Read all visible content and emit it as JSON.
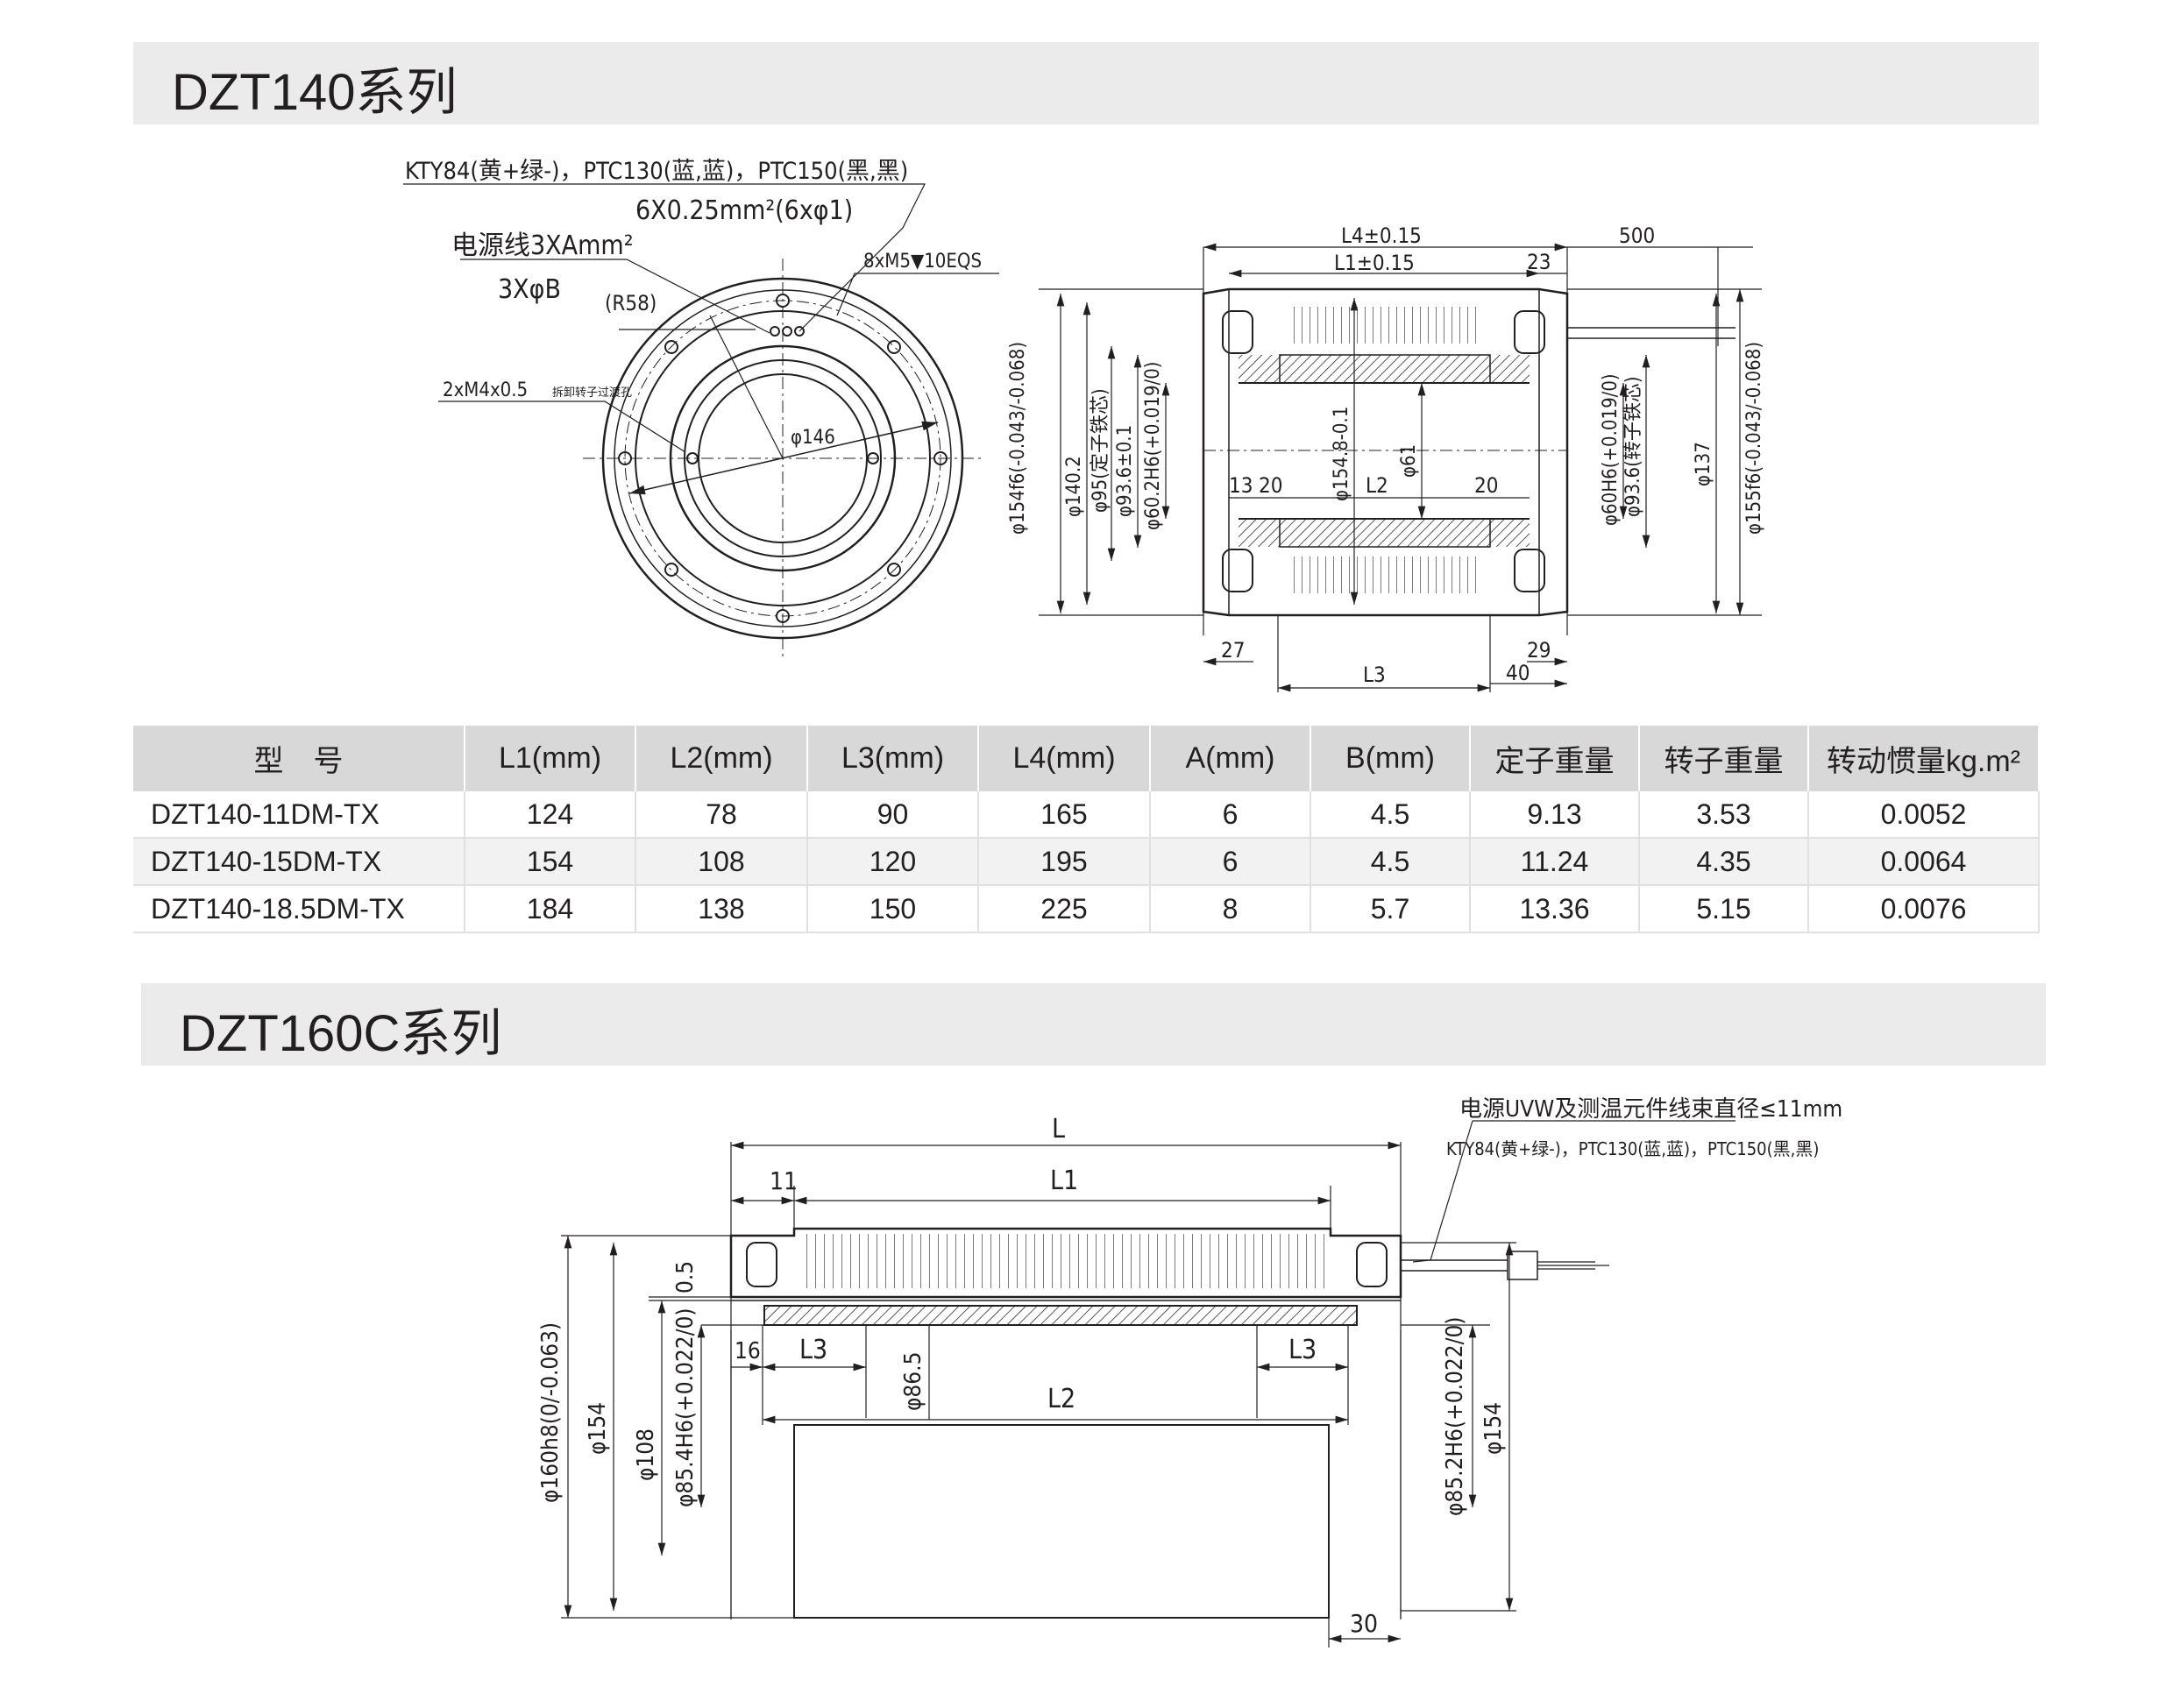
{
  "section1": {
    "title": "DZT140系列"
  },
  "drawing1": {
    "sensor_note": "KTY84(黄+绿-)，PTC130(蓝,蓝)，PTC150(黑,黑)",
    "sensor_wire": "6X0.25mm²(6xφ1)",
    "power_line": "电源线3XAmm²",
    "power_dia": "3XφB",
    "r58": "(R58)",
    "holes_8": "8xM5▼10EQS",
    "holes_2": "2xM4x0.5",
    "holes_2_note": "拆卸转子过渡孔",
    "d146": "φ146",
    "l4": "L4±0.15",
    "l1": "L1±0.15",
    "d23": "23",
    "d500": "500",
    "d154f6": "φ154f6(-0.043/-0.068)",
    "d140_2": "φ140.2",
    "d95": "φ95(定子铁芯)",
    "d93_6a": "φ93.6±0.1",
    "d60_2": "φ60.2H6(+0.019/0)",
    "d13": "13",
    "d20a": "20",
    "d154_8": "φ154.8-0.1",
    "l2": "L2",
    "d61": "φ61",
    "d20b": "20",
    "d60": "φ60H6(+0.019/0)",
    "d93_6b": "φ93.6(转子铁芯)",
    "d137": "φ137",
    "d155f6": "φ155f6(-0.043/-0.068)",
    "d27": "27",
    "d29": "29",
    "l3": "L3",
    "d40": "40"
  },
  "table": {
    "headers": [
      "型　号",
      "L1(mm)",
      "L2(mm)",
      "L3(mm)",
      "L4(mm)",
      "A(mm)",
      "B(mm)",
      "定子重量",
      "转子重量",
      "转动惯量kg.m²"
    ],
    "rows": [
      [
        "DZT140-11DM-TX",
        "124",
        "78",
        "90",
        "165",
        "6",
        "4.5",
        "9.13",
        "3.53",
        "0.0052"
      ],
      [
        "DZT140-15DM-TX",
        "154",
        "108",
        "120",
        "195",
        "6",
        "4.5",
        "11.24",
        "4.35",
        "0.0064"
      ],
      [
        "DZT140-18.5DM-TX",
        "184",
        "138",
        "150",
        "225",
        "8",
        "5.7",
        "13.36",
        "5.15",
        "0.0076"
      ]
    ]
  },
  "section2": {
    "title": "DZT160C系列"
  },
  "drawing2": {
    "cable_note": "电源UVW及测温元件线束直径≤11mm",
    "sensor_note": "KTY84(黄+绿-)，PTC130(蓝,蓝)，PTC150(黑,黑)",
    "l": "L",
    "d11": "11",
    "l1": "L1",
    "d0_5": "0.5",
    "d16": "16",
    "l3a": "L3",
    "l3b": "L3",
    "d86_5": "φ86.5",
    "l2": "L2",
    "d160": "φ160h8(0/-0.063)",
    "d154a": "φ154",
    "d108": "φ108",
    "d85_4": "φ85.4H6(+0.022/0)",
    "d85_2": "φ85.2H6(+0.022/0)",
    "d154b": "φ154",
    "d30": "30"
  }
}
